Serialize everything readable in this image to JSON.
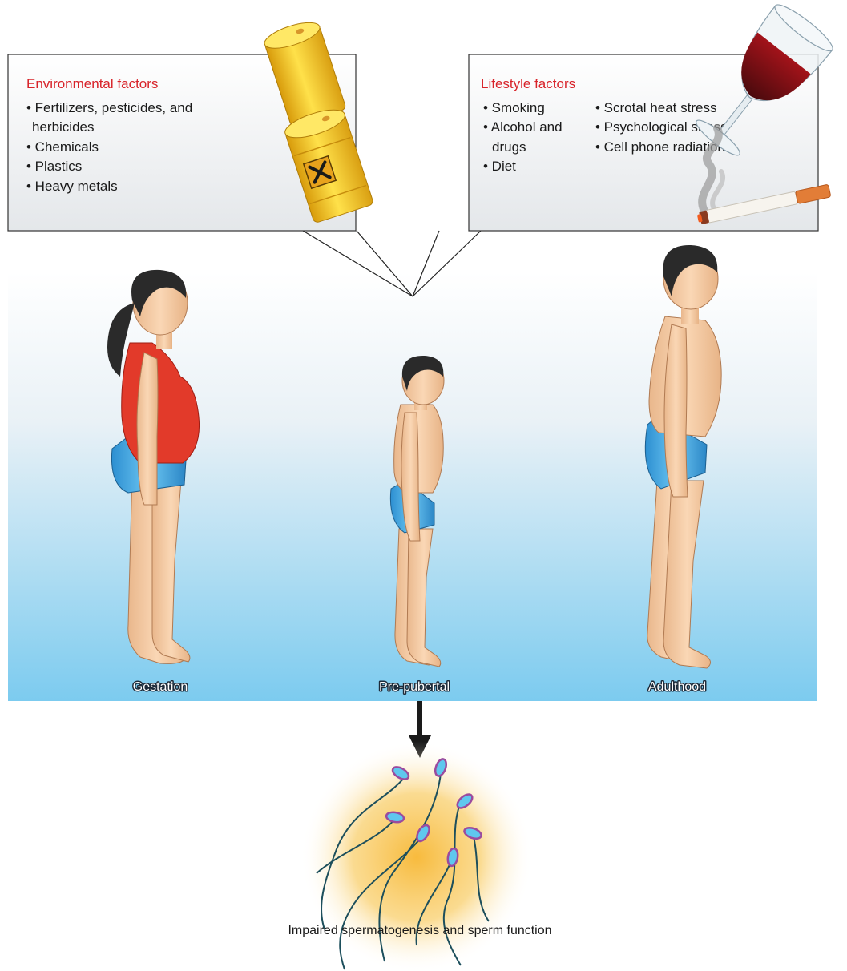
{
  "environmental": {
    "title": "Environmental factors",
    "items": [
      "• Fertilizers, pesticides, and",
      "herbicides",
      "• Chemicals",
      "• Plastics",
      "• Heavy metals"
    ]
  },
  "lifestyle": {
    "title": "Lifestyle factors",
    "left_items": [
      "• Smoking",
      "• Alcohol and",
      "drugs",
      "• Diet"
    ],
    "right_items": [
      "• Scrotal heat stress",
      "• Psychological stress",
      "• Cell phone radiation:"
    ]
  },
  "stages": {
    "gestation": "Gestation",
    "prepubertal": "Pre-pubertal",
    "adulthood": "Adulthood"
  },
  "outcome": {
    "label": "Impaired spermatogenesis and sperm function"
  },
  "colors": {
    "title_red": "#d8232a",
    "panel_gradient_top": "#ffffff",
    "panel_gradient_bottom": "#7ccbef",
    "skin": "#f6cfa8",
    "shorts_blue": "#3aa9e3",
    "top_red": "#e23a2a",
    "barrel_yellow": "#f2c21c",
    "glow_orange": "#f7b733"
  },
  "icons": [
    "barrel-icon",
    "hazard-x-icon",
    "wine-glass-icon",
    "cigarette-icon",
    "sperm-cluster-icon"
  ]
}
